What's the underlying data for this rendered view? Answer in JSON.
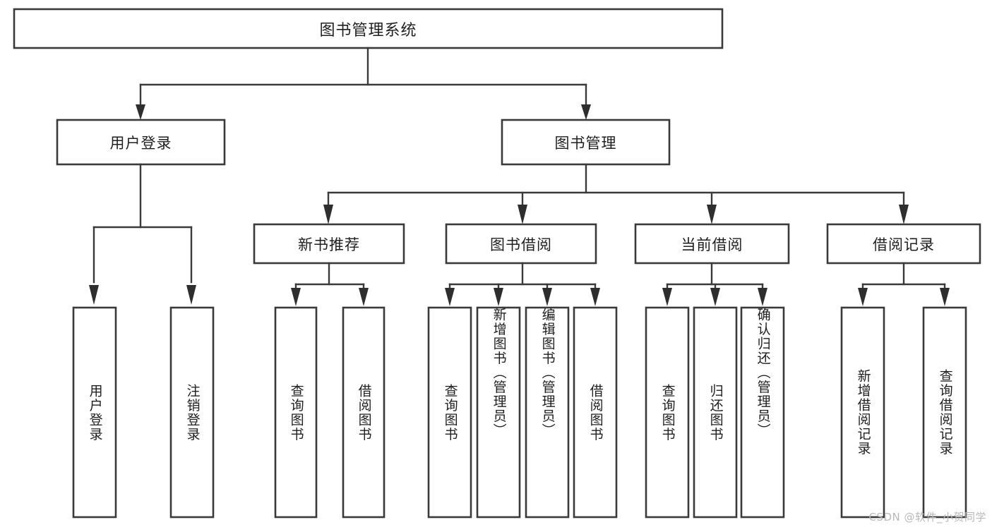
{
  "diagram": {
    "type": "tree",
    "title": "图书管理系统",
    "watermark": "CSDN @软件_小贺同学",
    "colors": {
      "box_stroke": "#3a3a3a",
      "box_fill": "#ffffff",
      "connector": "#3a3a3a",
      "text": "#1f1f1f",
      "watermark": "#b9b9b9"
    },
    "levels": {
      "root": {
        "label": "图书管理系统"
      },
      "level1": [
        {
          "label": "用户登录"
        },
        {
          "label": "图书管理"
        }
      ],
      "level2": [
        {
          "label": "新书推荐"
        },
        {
          "label": "图书借阅"
        },
        {
          "label": "当前借阅"
        },
        {
          "label": "借阅记录"
        }
      ],
      "leaves": {
        "user_login": [
          {
            "label": "用户登录"
          },
          {
            "label": "注销登录"
          }
        ],
        "new_book_recommend": [
          {
            "label": "查询图书"
          },
          {
            "label": "借阅图书"
          }
        ],
        "book_borrow": [
          {
            "label": "查询图书"
          },
          {
            "label": "新增图书（管理员）"
          },
          {
            "label": "编辑图书（管理员）"
          },
          {
            "label": "借阅图书"
          }
        ],
        "current_borrow": [
          {
            "label": "查询图书"
          },
          {
            "label": "归还图书"
          },
          {
            "label": "确认归还（管理员）"
          }
        ],
        "borrow_record": [
          {
            "label": "新增借阅记录"
          },
          {
            "label": "查询借阅记录"
          }
        ]
      }
    }
  }
}
